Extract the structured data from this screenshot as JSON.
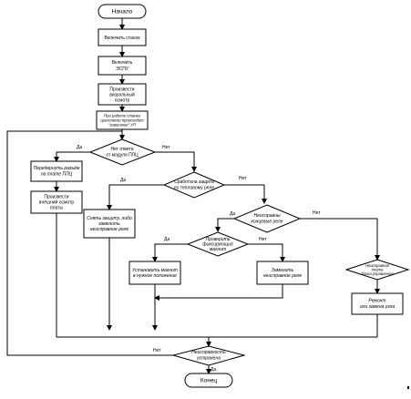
{
  "flow": {
    "start": "Начало",
    "end": "Конец",
    "step1": "Включить станок",
    "step2": [
      "Включить",
      "ЭСПУ"
    ],
    "step3": [
      "Произвести",
      "визуальный",
      "осмотр"
    ],
    "step4": [
      "При работе станка",
      "циклически происходит",
      "\"зависание\" УП"
    ],
    "dec_plc": [
      "Нет ответа",
      "от модуля ПЛЦ"
    ],
    "act_reconnect": [
      "Передернуть разъём",
      "на плате ПЛЦ"
    ],
    "act_inspect": [
      "Произвести",
      "внешний осмотр",
      "платы"
    ],
    "dec_thermal": [
      "Сработала защита",
      "по тепловому реле"
    ],
    "act_reset": [
      "Снять защиту, либо",
      "заменить",
      "неисправное реле"
    ],
    "dec_limit": [
      "Неисправны",
      "концевые реле"
    ],
    "dec_magnet": [
      "Проверить",
      "фиксирующий",
      "магнит"
    ],
    "act_magnet": [
      "Установить магнит",
      "в нужное положение"
    ],
    "act_relay": [
      "Заменить",
      "неисправное реле"
    ],
    "dec_board": [
      "Неисправная",
      "плата",
      "блока управления"
    ],
    "act_repair": [
      "Ремонт",
      "или замена узла"
    ],
    "dec_fixed": [
      "Неисправность",
      "устранена"
    ],
    "yes": "Да",
    "no": "Нет"
  }
}
